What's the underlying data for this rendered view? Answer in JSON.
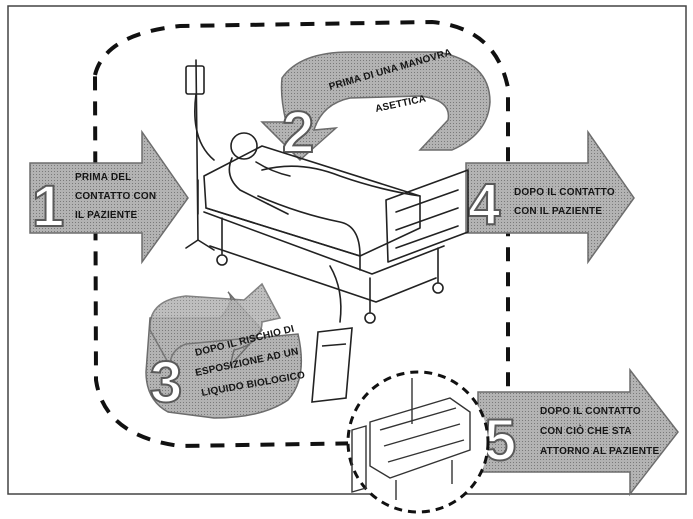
{
  "steps": [
    {
      "number": "1",
      "lines": [
        "PRIMA DEL",
        "CONTATTO CON",
        "IL PAZIENTE"
      ]
    },
    {
      "number": "2",
      "lines": [
        "PRIMA DI UNA MANOVRA",
        "ASETTICA"
      ]
    },
    {
      "number": "3",
      "lines": [
        "DOPO IL RISCHIO DI",
        "ESPOSIZIONE AD UN",
        "LIQUIDO BIOLOGICO"
      ]
    },
    {
      "number": "4",
      "lines": [
        "DOPO IL CONTATTO",
        "CON IL PAZIENTE"
      ]
    },
    {
      "number": "5",
      "lines": [
        "DOPO IL CONTATTO",
        "CON CIÒ CHE STA",
        "ATTORNO AL PAZIENTE"
      ]
    }
  ],
  "icons": {
    "arrow_fill": "#aaaaaa",
    "arrow_stroke": "#6d6d6d",
    "dash_color": "#111111",
    "frame_color": "#444444"
  }
}
